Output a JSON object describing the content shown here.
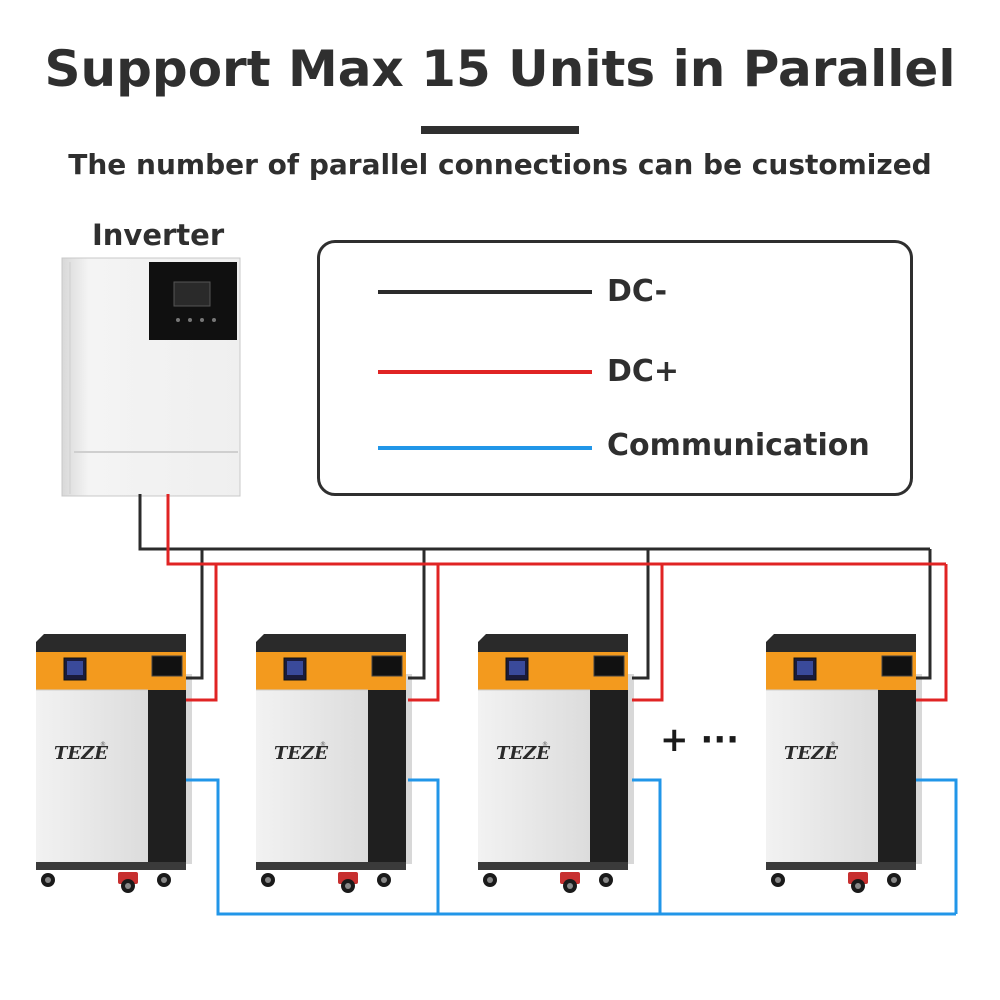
{
  "header": {
    "title": "Support Max 15 Units in Parallel",
    "subtitle": "The number of parallel connections can be customized"
  },
  "inverter": {
    "label": "Inverter"
  },
  "legend": {
    "items": [
      {
        "label": "DC-",
        "color": "#2b2b2b"
      },
      {
        "label": "DC+",
        "color": "#e02424"
      },
      {
        "label": "Communication",
        "color": "#2196e8"
      }
    ]
  },
  "batteries": {
    "brand": "TEZE",
    "count_shown": 4,
    "more_indicator": "+ ···"
  },
  "colors": {
    "dc_negative": "#2b2b2b",
    "dc_positive": "#e02424",
    "communication": "#2196e8",
    "battery_accent": "#f39a1e",
    "battery_body": "#e6e6e6",
    "battery_side": "#1e1e1e"
  }
}
